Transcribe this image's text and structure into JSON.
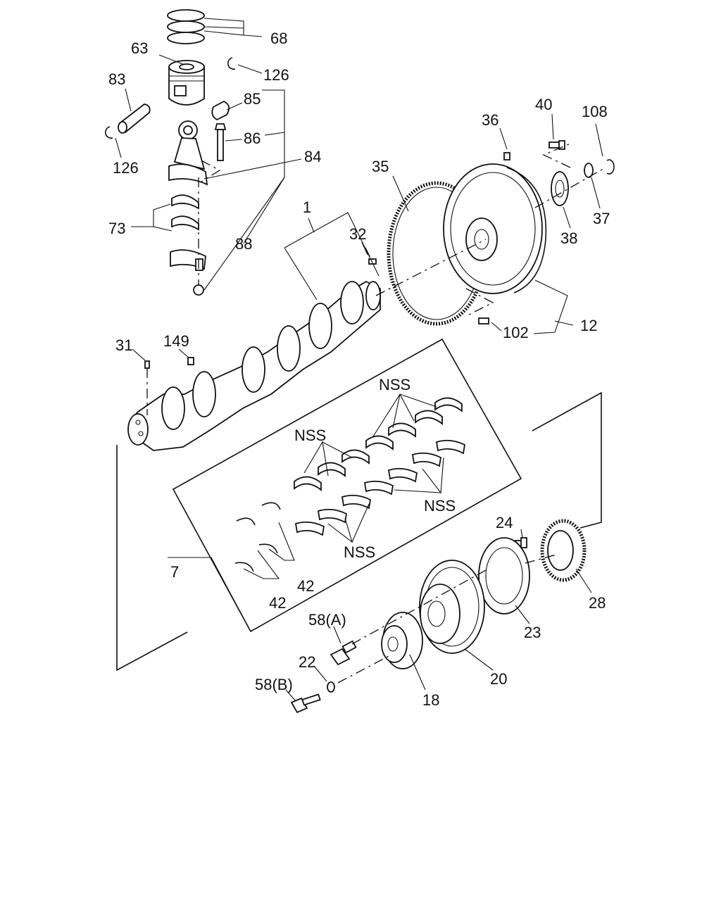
{
  "labels": {
    "l68": "68",
    "l63": "63",
    "l126a": "126",
    "l83": "83",
    "l85": "85",
    "l86": "86",
    "l126b": "126",
    "l84": "84",
    "l73": "73",
    "l88": "88",
    "l1": "1",
    "l32": "32",
    "l35": "35",
    "l36": "36",
    "l40": "40",
    "l108": "108",
    "l37": "37",
    "l38": "38",
    "l12": "12",
    "l102": "102",
    "l31": "31",
    "l149": "149",
    "nss1": "NSS",
    "nss2": "NSS",
    "nss3": "NSS",
    "nss4": "NSS",
    "l7": "7",
    "l42a": "42",
    "l42b": "42",
    "l24": "24",
    "l28": "28",
    "l23": "23",
    "l58a": "58(A)",
    "l22": "22",
    "l58b": "58(B)",
    "l18": "18",
    "l20": "20"
  }
}
